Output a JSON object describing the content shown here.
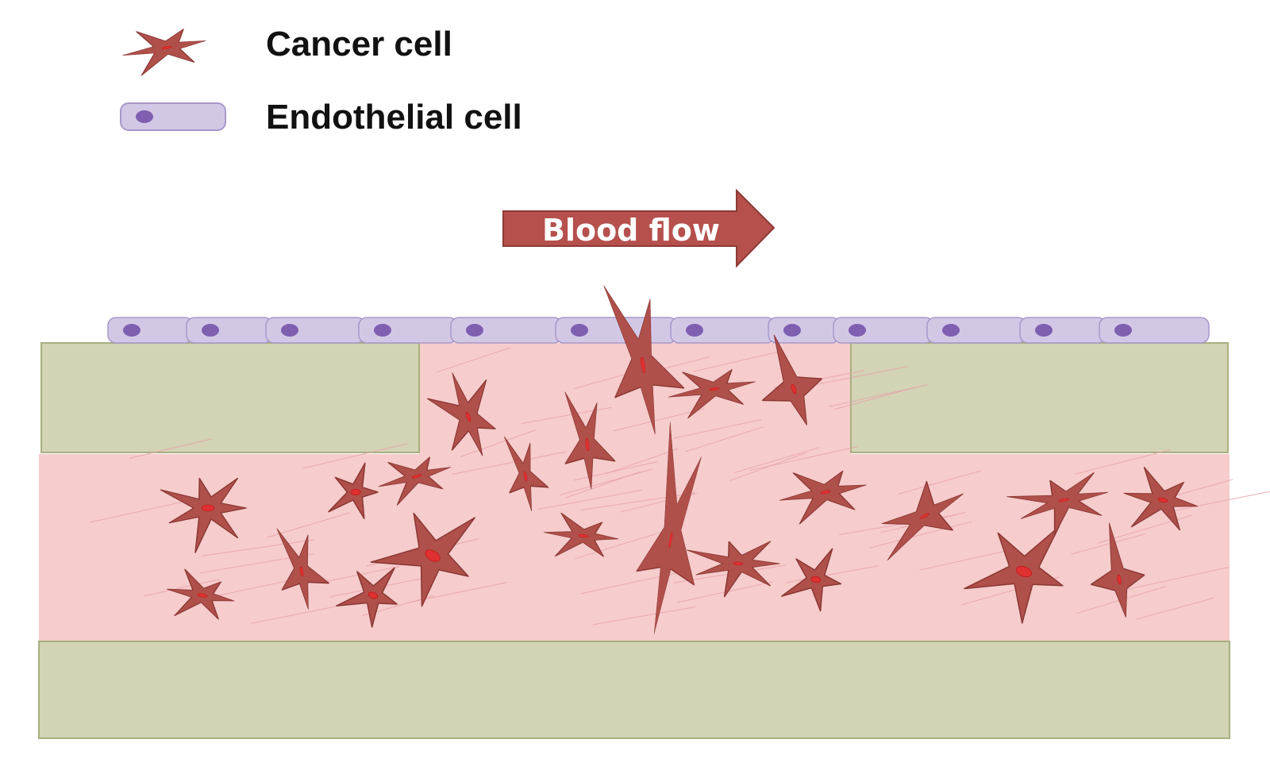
{
  "legend": {
    "items": [
      {
        "label": "Cancer cell",
        "icon": "cancer-cell-icon"
      },
      {
        "label": "Endothelial cell",
        "icon": "endothelial-cell-icon"
      }
    ]
  },
  "arrow": {
    "label": "Blood flow"
  },
  "colors": {
    "cancer_cell": "#b0504b",
    "cancer_nucleus": "#e03030",
    "endothelial": "#d2c8e6",
    "endothelial_border": "#a898c8",
    "endothelial_nucleus": "#7e5fb0",
    "tissue": "#d3d3b5",
    "vessel_matrix": "#f6cccc",
    "arrow": "#b5504c"
  }
}
